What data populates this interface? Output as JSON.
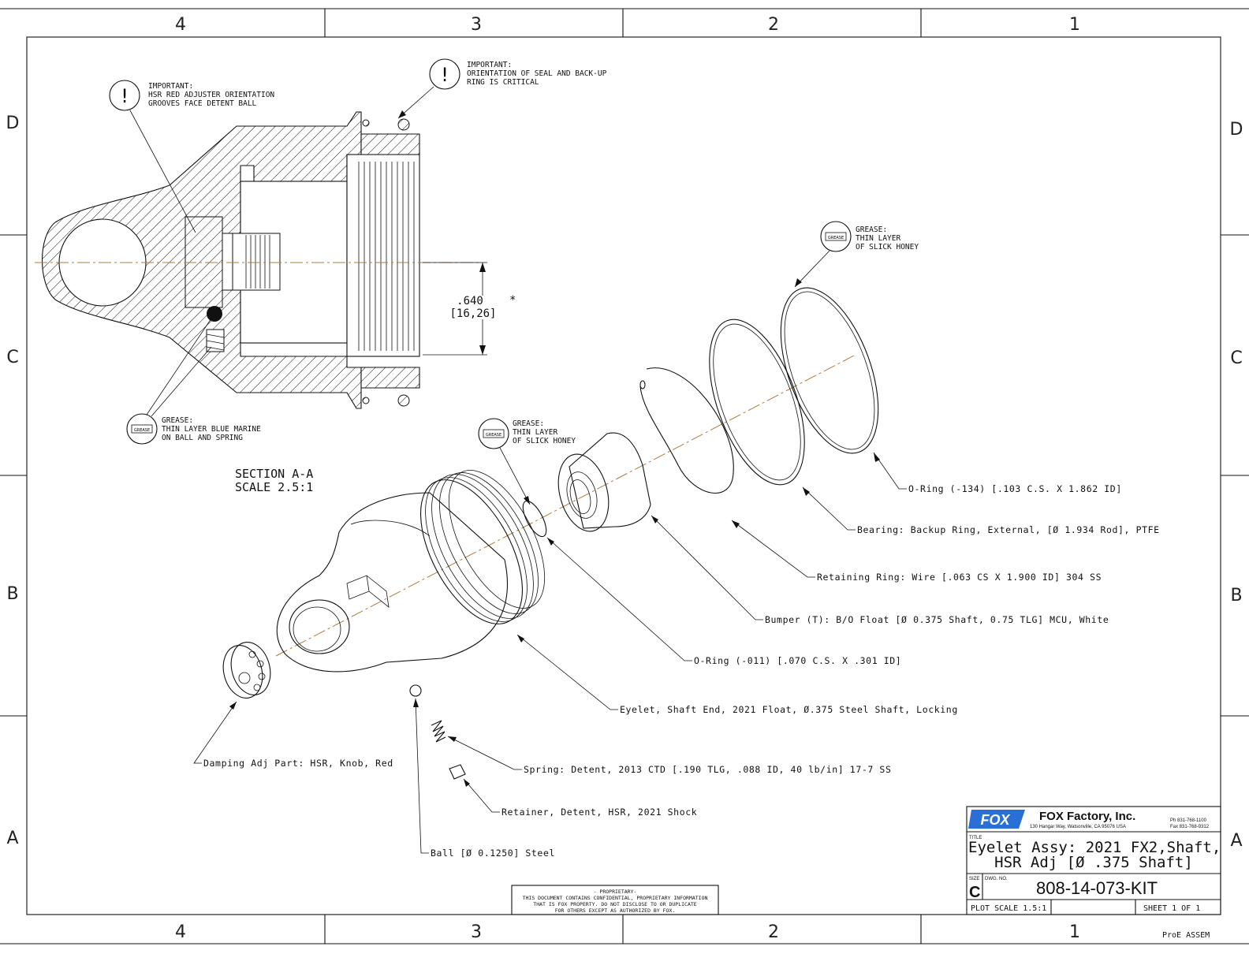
{
  "frame": {
    "col_labels": [
      "4",
      "3",
      "2",
      "1"
    ],
    "row_labels": [
      "D",
      "C",
      "B",
      "A"
    ]
  },
  "notes": {
    "hsr_orientation": [
      "IMPORTANT:",
      "HSR RED ADJUSTER ORIENTATION",
      "GROOVES FACE DETENT BALL"
    ],
    "seal_orientation": [
      "IMPORTANT:",
      "ORIENTATION OF SEAL AND BACK-UP",
      "RING IS CRITICAL"
    ],
    "grease_blue_marine": [
      "GREASE:",
      "THIN LAYER BLUE MARINE",
      "ON BALL AND SPRING"
    ],
    "grease_slick_honey_1": [
      "GREASE:",
      "THIN LAYER",
      "OF SLICK HONEY"
    ],
    "grease_slick_honey_2": [
      "GREASE:",
      "THIN LAYER",
      "OF SLICK HONEY"
    ],
    "grease_icon_label": "GREASE",
    "important_icon_symbol": "!"
  },
  "section": {
    "title": "SECTION  A-A",
    "scale": "SCALE  2.5:1"
  },
  "dimension": {
    "value": ".640",
    "metric": "[16,26]",
    "mark": "*"
  },
  "callouts": [
    "O-Ring (-134) [.103 C.S. X 1.862 ID]",
    "Bearing: Backup Ring, External, [Ø 1.934 Rod], PTFE",
    "Retaining Ring: Wire [.063 CS X 1.900 ID] 304 SS",
    "Bumper (T): B/O Float [Ø 0.375 Shaft, 0.75 TLG] MCU, White",
    "O-Ring (-011) [.070 C.S. X .301 ID]",
    "Eyelet, Shaft End, 2021 Float, Ø.375 Steel Shaft, Locking",
    "Damping Adj Part: HSR, Knob, Red",
    "Spring: Detent, 2013 CTD [.190 TLG, .088 ID, 40 lb/in] 17-7 SS",
    "Retainer, Detent, HSR, 2021 Shock",
    "Ball [Ø 0.1250] Steel"
  ],
  "proprietary": [
    "- PROPRIETARY-",
    "THIS DOCUMENT CONTAINS CONFIDENTIAL, PROPRIETARY INFORMATION",
    "THAT IS FOX PROPERTY.  DO NOT DISCLOSE TO OR DUPLICATE",
    "FOR OTHERS EXCEPT AS AUTHORIZED BY FOX."
  ],
  "title_block": {
    "logo": "FOX",
    "company": "FOX Factory, Inc.",
    "address": "130 Hangar Way, Watsonville, CA 95076 USA",
    "phone": "Ph 831-768-1100",
    "fax": "Fax 831-768-9312",
    "title_label": "TITLE",
    "title_line1": "Eyelet Assy: 2021 FX2,Shaft,",
    "title_line2": "HSR Adj [Ø .375 Shaft]",
    "size_label": "SIZE",
    "size": "C",
    "dwg_label": "DWG. NO.",
    "dwg_no": "808-14-073-KIT",
    "plot_scale": "PLOT SCALE 1.5:1",
    "sheet": "SHEET 1 OF 1",
    "proe": "ProE ASSEM"
  },
  "colors": {
    "line": "#111111",
    "centerline": "#b07a3a",
    "logo_blue": "#2a6fd6"
  }
}
